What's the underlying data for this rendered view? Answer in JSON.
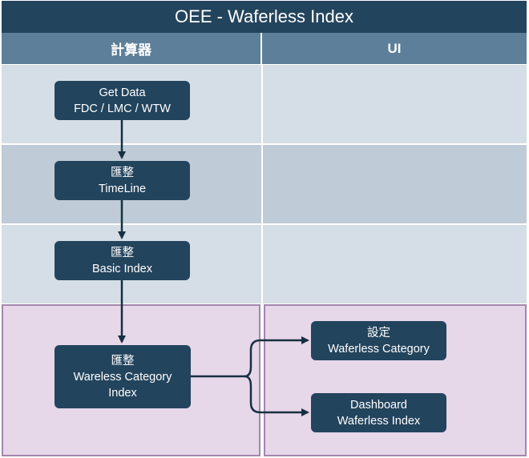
{
  "title": "OEE - Waferless Index",
  "columns": {
    "calc": "計算器",
    "ui": "UI"
  },
  "nodes": {
    "get_data": {
      "line1": "Get Data",
      "line2": "FDC / LMC / WTW"
    },
    "timeline": {
      "line1": "匯整",
      "line2": "TimeLine"
    },
    "basic_index": {
      "line1": "匯整",
      "line2": "Basic Index"
    },
    "wareless_category": {
      "line1": "匯整",
      "line2": "Wareless Category",
      "line3": "Index"
    },
    "setting": {
      "line1": "設定",
      "line2": "Waferless Category"
    },
    "dashboard": {
      "line1": "Dashboard",
      "line2": "Waferless Index"
    }
  },
  "colors": {
    "header": "#23445d",
    "column_header": "#5d7f99",
    "node": "#23445d",
    "lane_light": "#d5dee6",
    "lane_dark": "#bfcbd6",
    "lane_purple": "#e6d7e9",
    "purple_border": "#a287ad"
  }
}
